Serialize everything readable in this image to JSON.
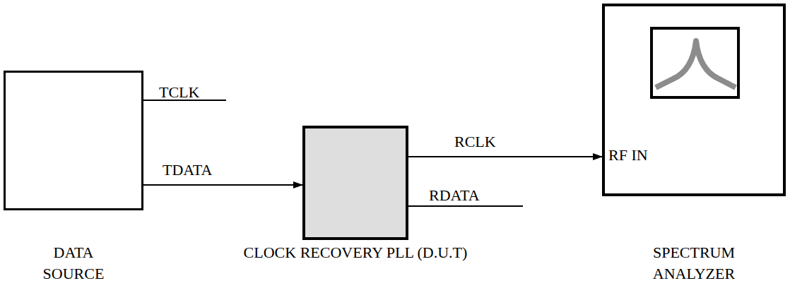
{
  "diagram": {
    "nodes": [
      {
        "text": [
          "DATA SOURCE"
        ]
      },
      {
        "text": [
          "CLOCK RECOVERY PLL (D.U.T)"
        ]
      },
      {
        "text": [
          "RF IN",
          "SPECTRUM ANALYZER"
        ]
      }
    ],
    "edges": [
      {
        "from": 0,
        "to": 1,
        "label": "TDATA",
        "arrow": "to"
      },
      {
        "from": 1,
        "to": 2,
        "label": "RCLK",
        "arrow": "to"
      }
    ],
    "labels": [
      "TCLK",
      "RDATA"
    ]
  }
}
